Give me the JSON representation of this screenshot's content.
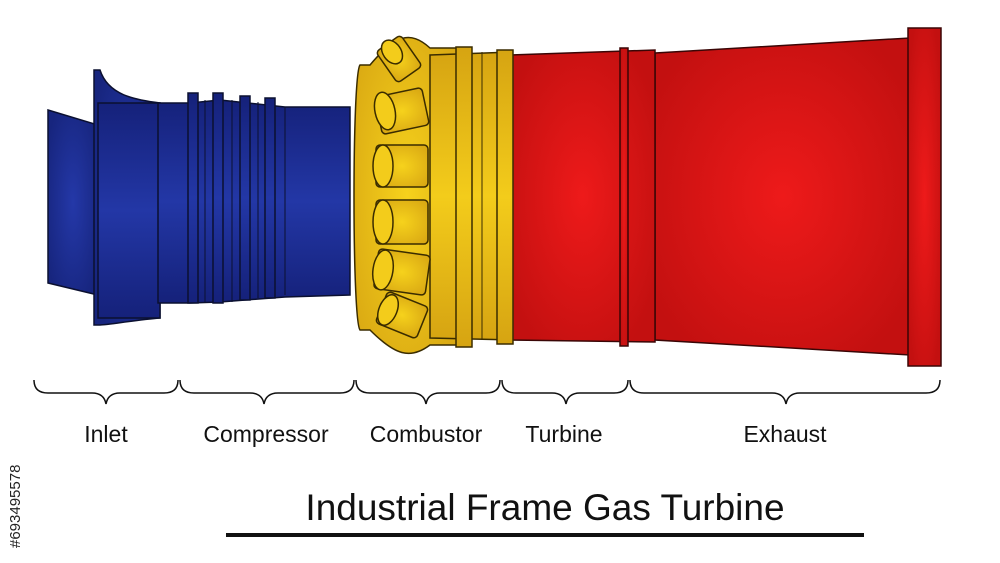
{
  "diagram": {
    "title": "Industrial Frame Gas Turbine",
    "sections": [
      {
        "label": "Inlet"
      },
      {
        "label": "Compressor"
      },
      {
        "label": "Combustor"
      },
      {
        "label": "Turbine"
      },
      {
        "label": "Exhaust"
      }
    ],
    "colors": {
      "inlet_compressor": "#1a2a8c",
      "combustor": "#e2b415",
      "turbine_exhaust": "#d41414",
      "outline": "#111111"
    }
  },
  "watermark": {
    "stock_id": "#693495578"
  }
}
